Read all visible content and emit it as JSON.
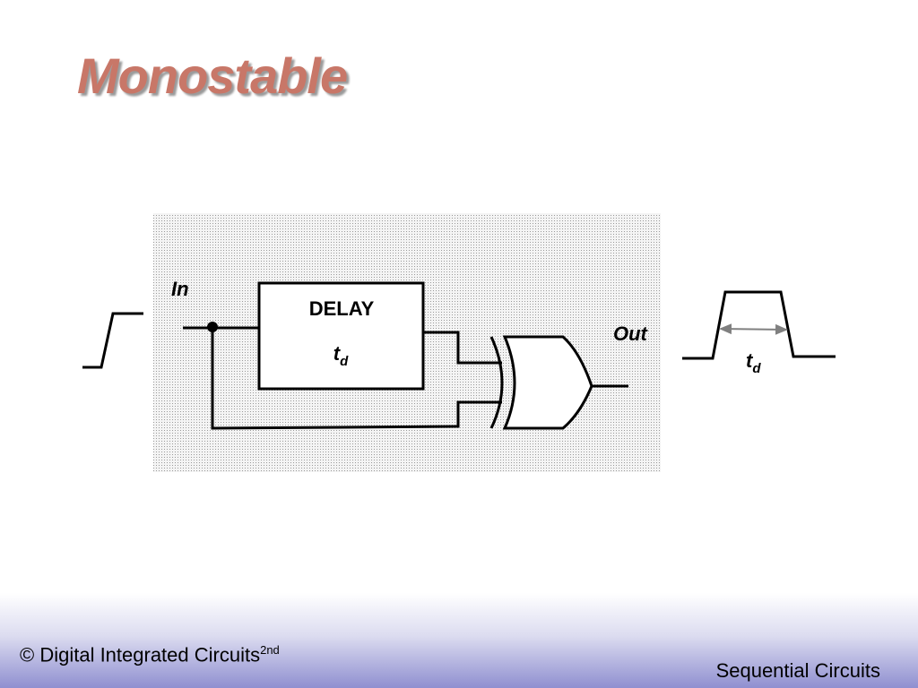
{
  "slide": {
    "title": "Monostable",
    "footer_left": "© Digital Integrated Circuits",
    "footer_left_sup": "2nd",
    "footer_right": "Sequential Circuits"
  },
  "diagram": {
    "input_label": "In",
    "output_label": "Out",
    "delay_label": "DELAY",
    "delay_time": "t",
    "delay_time_sub": "d",
    "pulse_width": "t",
    "pulse_width_sub": "d",
    "gate": "xor-gate-icon",
    "colors": {
      "title": "#c87768",
      "wire": "#000000",
      "panel": "#e6e6e6",
      "arrow": "#808080"
    }
  }
}
